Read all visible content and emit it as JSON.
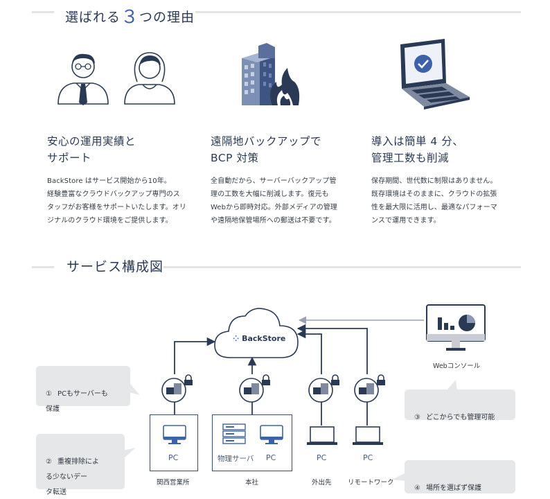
{
  "sections": {
    "reasons_title_pre": "選ばれる",
    "reasons_title_num": "３",
    "reasons_title_post": "つの理由",
    "diagram_title": "サービス構成図"
  },
  "reasons": [
    {
      "title1": "安心の運用実績と",
      "title2": "サポート",
      "desc": "BackStore はサービス開始から10年。\n経験豊富なクラウドバックアップ専門のス\nタッフがお客様をサポートいたします。オリ\nジナルのクラウド環境をご提供します。",
      "icon": "support-staff-icon"
    },
    {
      "title1": "遠隔地バックアップで",
      "title2": "BCP 対策",
      "desc": "全自動だから、サーバーバックアップ管\n理の工数を大幅に削減します。復元も\nWebから即時対応。外部メディアの管理\nや遠隔地保管場所への郵送は不要です。",
      "icon": "building-fire-icon"
    },
    {
      "title1": "導入は簡単 4 分、",
      "title2": "管理工数も削減",
      "desc": "保存期間、世代数に制限はありません。\n既存環境はそのままに、クラウドの拡張\n性を最大限に活用し、最適なパフォーマ\nンスで運用できます。",
      "icon": "laptop-check-icon"
    }
  ],
  "diagram": {
    "cloud_label": "BackStore",
    "console_label": "Webコンソール",
    "callouts": [
      {
        "num": "①",
        "text": "PCもサーバーも\n保護"
      },
      {
        "num": "②",
        "text": "重複排除によ\nる少ないデー\nタ転送"
      },
      {
        "num": "③",
        "text": "どこからでも管理可能"
      },
      {
        "num": "④",
        "text": "場所を選ばず保護"
      }
    ],
    "nodes": [
      {
        "device": "PC",
        "location": "関西営業所"
      },
      {
        "device": "物理サーバ",
        "device2": "PC",
        "location": "本社"
      },
      {
        "device": "PC",
        "location": "外出先"
      },
      {
        "device": "PC",
        "location": "リモートワーク"
      }
    ]
  },
  "colors": {
    "navy": "#2a3a55",
    "accent_blue": "#3d62a8",
    "callout_bg": "#e6e7e8"
  }
}
